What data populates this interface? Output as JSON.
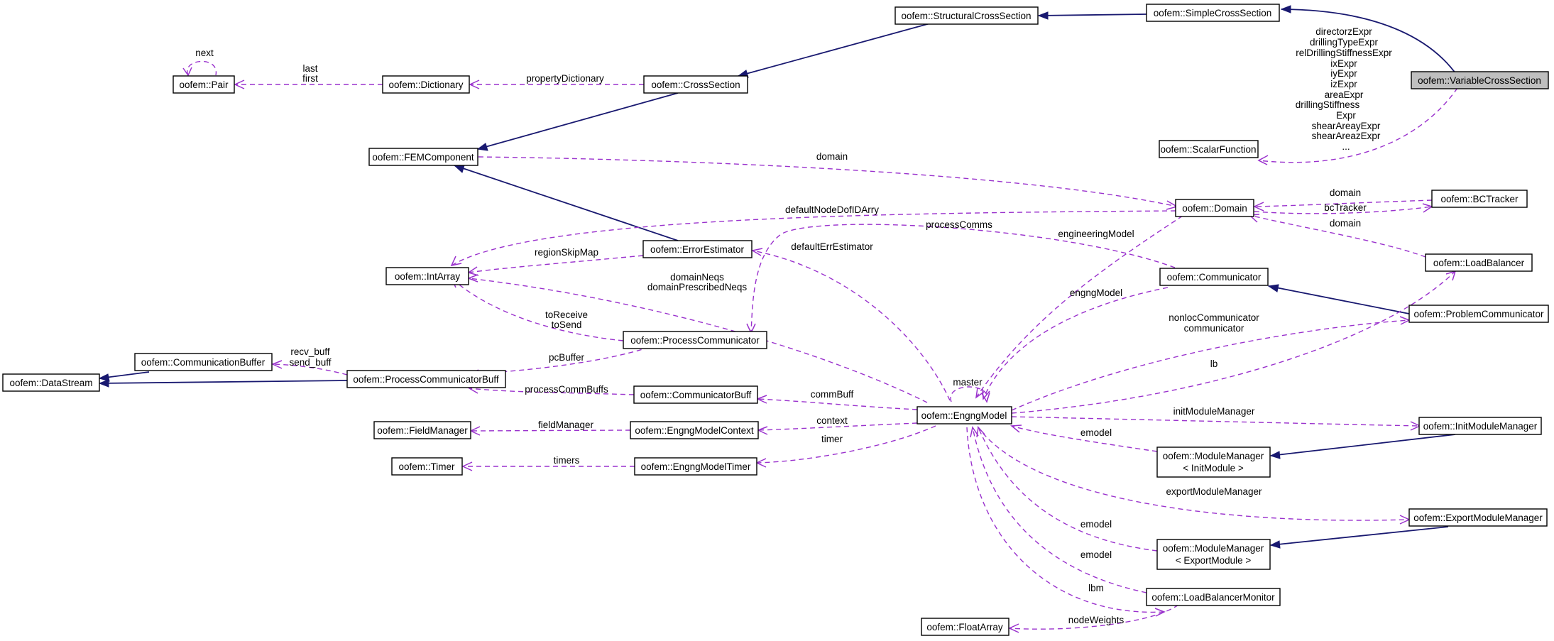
{
  "colors": {
    "inheritance": "#191970",
    "usage": "#9a32cd",
    "highlight": "#bfbfbf"
  },
  "nodes": {
    "variable_cross_section": "oofem::VariableCrossSection",
    "simple_cross_section": "oofem::SimpleCrossSection",
    "structural_cross_section": "oofem::StructuralCrossSection",
    "cross_section": "oofem::CrossSection",
    "dictionary": "oofem::Dictionary",
    "pair": "oofem::Pair",
    "fem_component": "oofem::FEMComponent",
    "scalar_function": "oofem::ScalarFunction",
    "domain": "oofem::Domain",
    "bc_tracker": "oofem::BCTracker",
    "error_estimator": "oofem::ErrorEstimator",
    "int_array": "oofem::IntArray",
    "communicator": "oofem::Communicator",
    "load_balancer": "oofem::LoadBalancer",
    "problem_communicator": "oofem::ProblemCommunicator",
    "process_communicator": "oofem::ProcessCommunicator",
    "communication_buffer": "oofem::CommunicationBuffer",
    "data_stream": "oofem::DataStream",
    "process_communicator_buff": "oofem::ProcessCommunicatorBuff",
    "communicator_buff": "oofem::CommunicatorBuff",
    "engng_model": "oofem::EngngModel",
    "init_module_manager": "oofem::InitModuleManager",
    "field_manager": "oofem::FieldManager",
    "engng_model_context": "oofem::EngngModelContext",
    "timer": "oofem::Timer",
    "engng_model_timer": "oofem::EngngModelTimer",
    "module_manager_init_l1": "oofem::ModuleManager",
    "module_manager_init_l2": "< InitModule >",
    "export_module_manager": "oofem::ExportModuleManager",
    "module_manager_export_l1": "oofem::ModuleManager",
    "module_manager_export_l2": "< ExportModule >",
    "load_balancer_monitor": "oofem::LoadBalancerMonitor",
    "float_array": "oofem::FloatArray"
  },
  "labels": {
    "vcs_exprs": [
      "directorzExpr",
      "drillingTypeExpr",
      "relDrillingStiffnessExpr",
      "ixExpr",
      "iyExpr",
      "izExpr",
      "areaExpr",
      "drillingStiffness",
      "Expr",
      "shearAreayExpr",
      "shearAreazExpr",
      "..."
    ],
    "next": "next",
    "last": "last",
    "first": "first",
    "property_dictionary": "propertyDictionary",
    "domain_fem": "domain",
    "domain_bct": "domain",
    "bc_tracker": "bcTracker",
    "domain_lb": "domain",
    "default_node_dof": "defaultNodeDofIDArry",
    "process_comms": "processComms",
    "engineering_model": "engineeringModel",
    "region_skip_map": "regionSkipMap",
    "default_err_estimator": "defaultErrEstimator",
    "domain_neqs": "domainNeqs",
    "domain_prescribed_neqs": "domainPrescribedNeqs",
    "engng_model": "engngModel",
    "to_receive": "toReceive",
    "to_send": "toSend",
    "nonloc_communicator": "nonlocCommunicator",
    "communicator": "communicator",
    "recv_buff": "recv_buff",
    "send_buff": "send_buff",
    "pc_buffer": "pcBuffer",
    "lb": "lb",
    "master": "master",
    "process_comm_buffs": "processCommBuffs",
    "comm_buff": "commBuff",
    "init_module_manager": "initModuleManager",
    "field_manager": "fieldManager",
    "context": "context",
    "timer": "timer",
    "timers": "timers",
    "emodel_init": "emodel",
    "export_module_manager": "exportModuleManager",
    "emodel_export": "emodel",
    "emodel_lbm": "emodel",
    "lbm": "lbm",
    "node_weights": "nodeWeights"
  }
}
